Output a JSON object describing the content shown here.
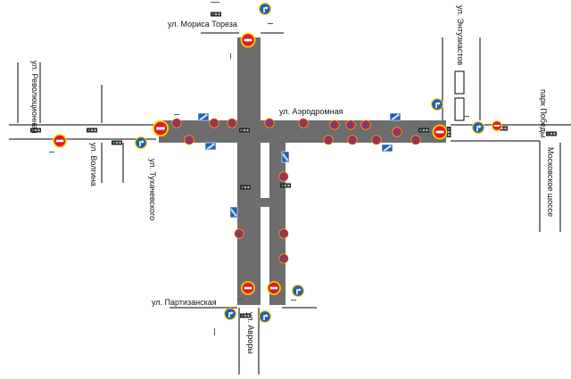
{
  "streets": {
    "morisa_toreza": "ул. Мориса Тореза",
    "entuziastov": "ул. Энтузиастов",
    "revolyutsionnaya": "ул. Революционная",
    "aerodromnaya": "ул. Аэродромная",
    "park_pobedy": "парк Победы",
    "volgina": "ул. Волгина",
    "tuhachevskogo": "ул. Тухачевского",
    "moskovskoe_shosse": "Московское шоссе",
    "partizanskaya": "ул. Партизанская",
    "avrory": "ул. Авроры"
  },
  "colors": {
    "road": "#6d6d6d",
    "street_line": "#000000",
    "sign_red": "#e11b22",
    "sign_yellow": "#ffd200",
    "sign_blue": "#1f5fb4",
    "light_body": "#222222",
    "light_green": "#2ea043"
  },
  "icons": {
    "no_entry": "no-entry-sign-icon",
    "no_stopping": "no-stopping-sign-icon",
    "direction": "lane-direction-sign-icon",
    "crosswalk": "crosswalk-sign-icon",
    "traffic_light": "traffic-light-icon"
  }
}
